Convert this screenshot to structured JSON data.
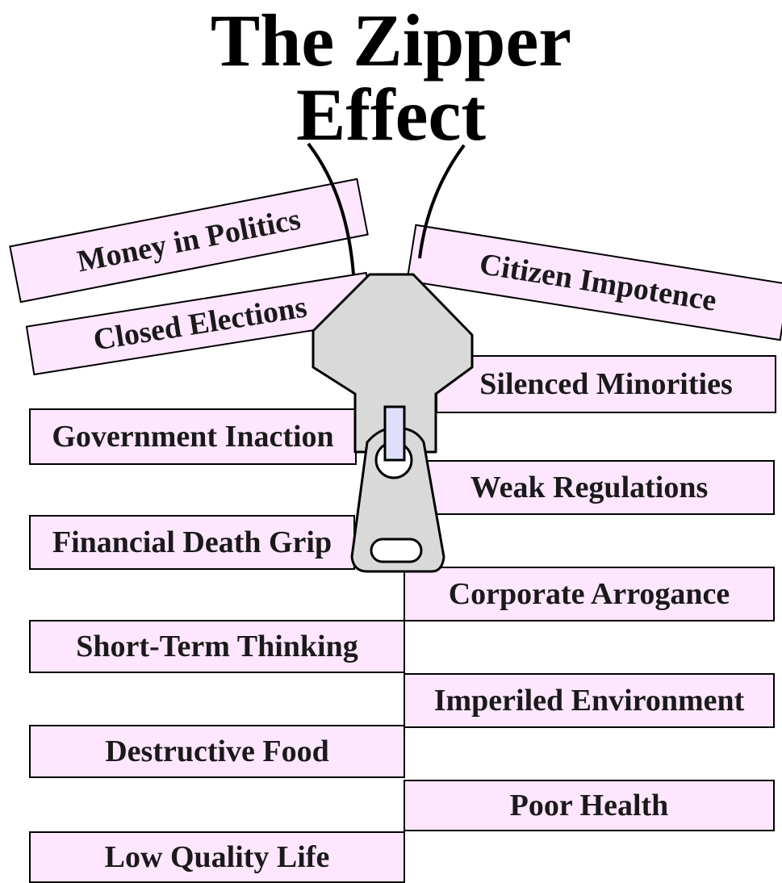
{
  "title": {
    "line1": "The Zipper",
    "line2": "Effect"
  },
  "left_teeth": [
    "Money in Politics",
    "Closed Elections",
    "Government Inaction",
    "Financial Death Grip",
    "Short-Term Thinking",
    "Destructive Food",
    "Low Quality Life"
  ],
  "right_teeth": [
    "Citizen Impotence",
    "Silenced Minorities",
    "Weak Regulations",
    "Corporate Arrogance",
    "Imperiled Environment",
    "Poor Health"
  ],
  "colors": {
    "tooth_fill": "#ffe6ff",
    "zipper_slider": "#d9d9d9",
    "zipper_tab": "#dde0f8",
    "outline": "#000000"
  }
}
